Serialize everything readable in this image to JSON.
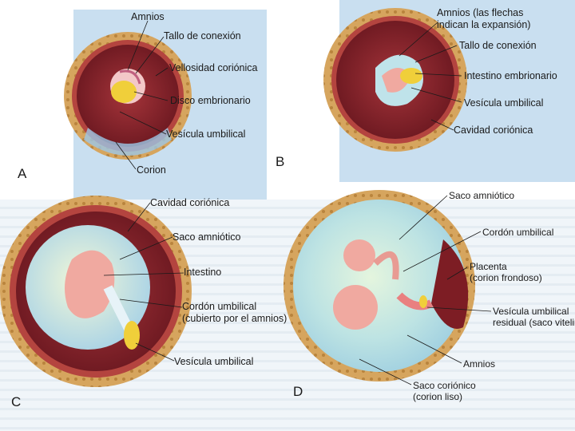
{
  "colors": {
    "background": "#ffffff",
    "panel_bg": "#c9dff0",
    "villi": "#d6a55e",
    "chorion_outer": "#b4443f",
    "chorion_cavity": "#7d1d24",
    "amnion_fluid": "#bfe3ea",
    "embryo": "#f0a9a0",
    "yolk_sac": "#f0cf3a"
  },
  "panels": {
    "a": {
      "letter": "A",
      "labels": {
        "amnios": "Amnios",
        "tallo": "Tallo de conexión",
        "vellosidad": "Vellosidad coriónica",
        "disco": "Disco embrionario",
        "vesicula": "Vesícula umbilical",
        "corion": "Corion"
      }
    },
    "b": {
      "letter": "B",
      "labels": {
        "amnios_line1": "Amnios (las flechas",
        "amnios_line2": "indican la expansión)",
        "tallo": "Tallo de conexión",
        "intestino": "Intestino embrionario",
        "vesicula": "Vesícula umbilical",
        "cavidad": "Cavidad coriónica"
      }
    },
    "c": {
      "letter": "C",
      "labels": {
        "cavidad": "Cavidad coriónica",
        "saco": "Saco amniótico",
        "intestino": "Intestino",
        "cordon_line1": "Cordón umbilical",
        "cordon_line2": "(cubierto por el amnios)",
        "vesicula": "Vesícula umbilical"
      }
    },
    "d": {
      "letter": "D",
      "labels": {
        "saco": "Saco amniótico",
        "cordon": "Cordón umbilical",
        "placenta_line1": "Placenta",
        "placenta_line2": "(corion frondoso)",
        "vesicula_line1": "Vesícula umbilical",
        "vesicula_line2": "residual (saco vitelino)",
        "amnios": "Amnios",
        "corion_line1": "Saco coriónico",
        "corion_line2": "(corion liso)"
      }
    }
  }
}
